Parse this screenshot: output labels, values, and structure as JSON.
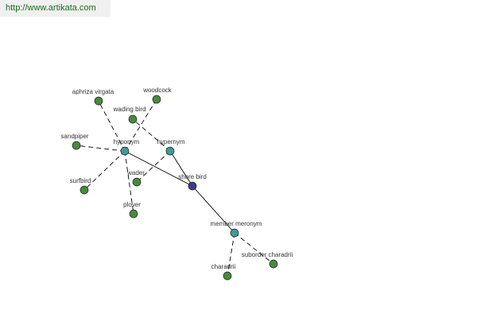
{
  "site_link": "http://www.artikata.com",
  "colors": {
    "word_node": "#4a8a3c",
    "relation_node": "#3f9b9b",
    "center_node": "#3c3c8c",
    "edge": "#000000"
  },
  "nodes": [
    {
      "id": "shore_bird",
      "label": "shore bird",
      "kind": "center"
    },
    {
      "id": "hyponym",
      "label": "hyponym",
      "kind": "relation"
    },
    {
      "id": "hypernym",
      "label": "hypernym",
      "kind": "relation"
    },
    {
      "id": "member_meronym",
      "label": "member meronym",
      "kind": "relation"
    },
    {
      "id": "aphriza_virgata",
      "label": "aphriza virgata",
      "kind": "word"
    },
    {
      "id": "woodcock",
      "label": "woodcock",
      "kind": "word"
    },
    {
      "id": "wading_bird",
      "label": "wading bird",
      "kind": "word"
    },
    {
      "id": "sandpiper",
      "label": "sandpiper",
      "kind": "word"
    },
    {
      "id": "surfbird",
      "label": "surfbird",
      "kind": "word"
    },
    {
      "id": "wader",
      "label": "wader",
      "kind": "word"
    },
    {
      "id": "plover",
      "label": "plover",
      "kind": "word"
    },
    {
      "id": "charadrii",
      "label": "charadrii",
      "kind": "word"
    },
    {
      "id": "suborder_charadrii",
      "label": "suborder charadrii",
      "kind": "word"
    }
  ],
  "edges": [
    {
      "from": "shore_bird",
      "to": "hyponym",
      "style": "solid"
    },
    {
      "from": "shore_bird",
      "to": "hypernym",
      "style": "solid"
    },
    {
      "from": "shore_bird",
      "to": "member_meronym",
      "style": "solid"
    },
    {
      "from": "hyponym",
      "to": "aphriza_virgata",
      "style": "dashed"
    },
    {
      "from": "hyponym",
      "to": "woodcock",
      "style": "dashed"
    },
    {
      "from": "hyponym",
      "to": "sandpiper",
      "style": "dashed"
    },
    {
      "from": "hyponym",
      "to": "surfbird",
      "style": "dashed"
    },
    {
      "from": "hyponym",
      "to": "plover",
      "style": "dashed"
    },
    {
      "from": "hypernym",
      "to": "wading_bird",
      "style": "dashed"
    },
    {
      "from": "hypernym",
      "to": "wader",
      "style": "dashed"
    },
    {
      "from": "member_meronym",
      "to": "charadrii",
      "style": "dashed"
    },
    {
      "from": "member_meronym",
      "to": "suborder_charadrii",
      "style": "dashed"
    }
  ]
}
